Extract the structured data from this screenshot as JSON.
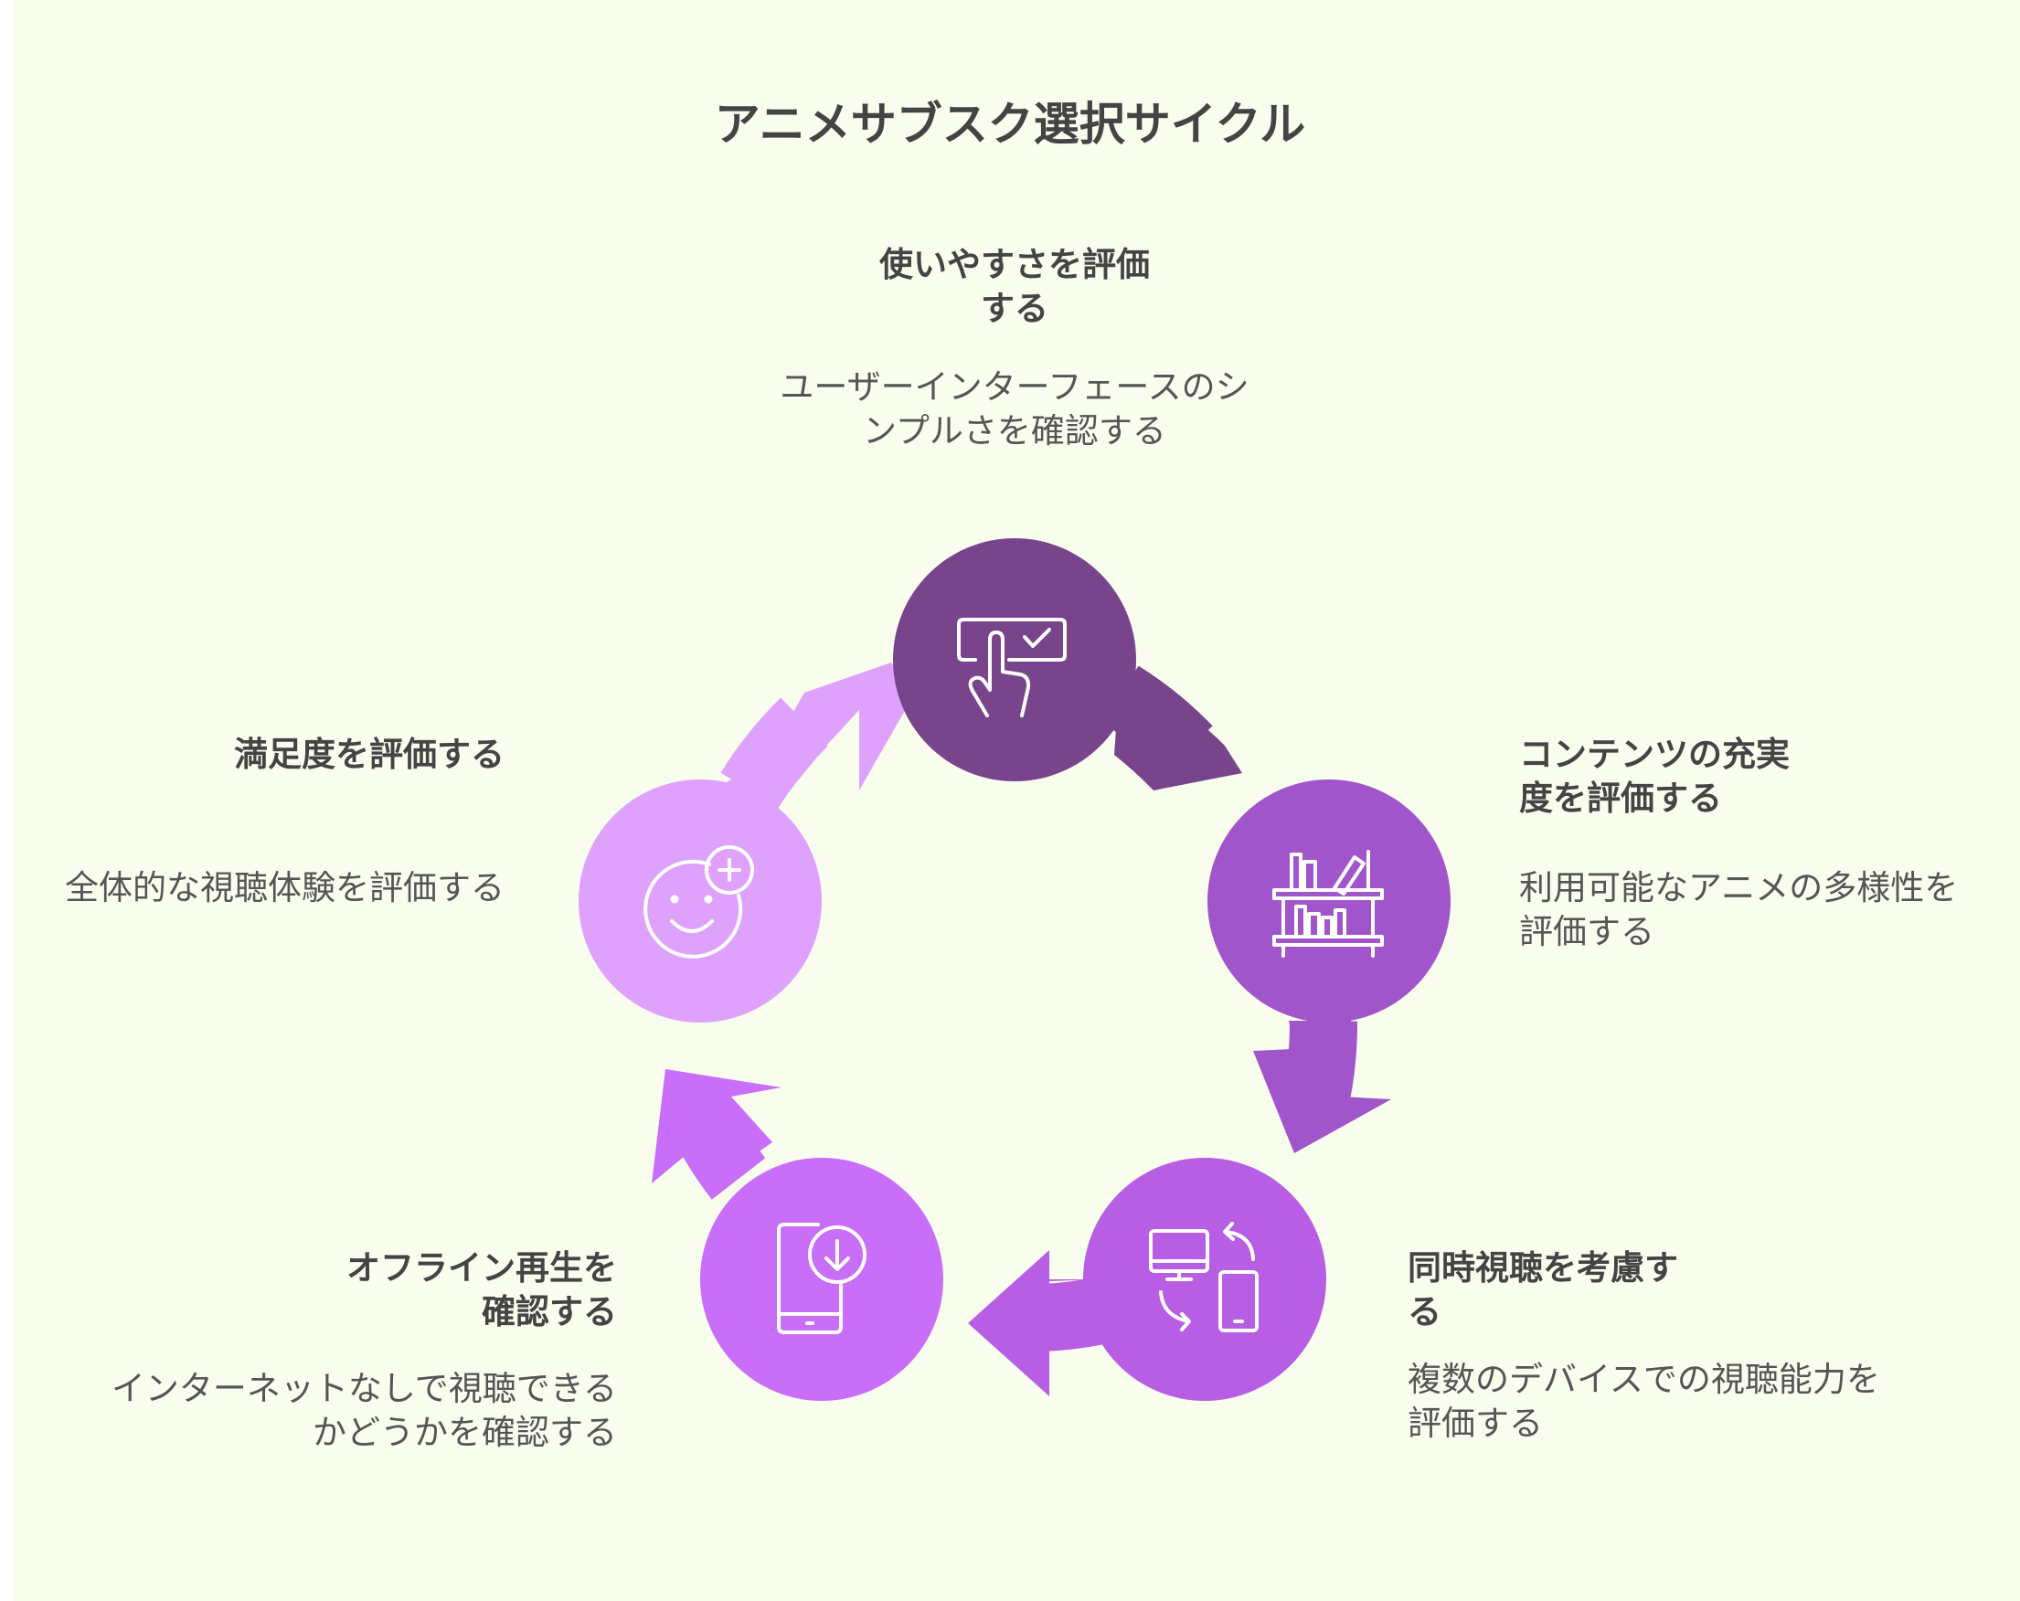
{
  "title": "アニメサブスク選択サイクル",
  "colors": {
    "background": "#f9fdee",
    "text": "#444444",
    "usability": "#78458d",
    "content": "#a155cb",
    "simultaneous": "#b85ee4",
    "offline": "#c86ef8",
    "satisfaction": "#dfa2fc"
  },
  "steps": [
    {
      "id": "usability",
      "title_lines": [
        "使いやすさを評価",
        "する"
      ],
      "desc_lines": [
        "ユーザーインターフェースのシ",
        "ンプルさを確認する"
      ],
      "icon": "touch-check-icon"
    },
    {
      "id": "content",
      "title_lines": [
        "コンテンツの充実",
        "度を評価する"
      ],
      "desc_lines": [
        "利用可能なアニメの多様性を",
        "評価する"
      ],
      "icon": "bookshelf-icon"
    },
    {
      "id": "simultaneous",
      "title_lines": [
        "同時視聴を考慮す",
        "る"
      ],
      "desc_lines": [
        "複数のデバイスでの視聴能力を",
        "評価する"
      ],
      "icon": "device-sync-icon"
    },
    {
      "id": "offline",
      "title_lines": [
        "オフライン再生を",
        "確認する"
      ],
      "desc_lines": [
        "インターネットなしで視聴できる",
        "かどうかを確認する"
      ],
      "icon": "phone-download-icon"
    },
    {
      "id": "satisfaction",
      "title_lines": [
        "満足度を評価する"
      ],
      "desc_lines": [
        "全体的な視聴体験を評価する"
      ],
      "icon": "smile-plus-icon"
    }
  ]
}
